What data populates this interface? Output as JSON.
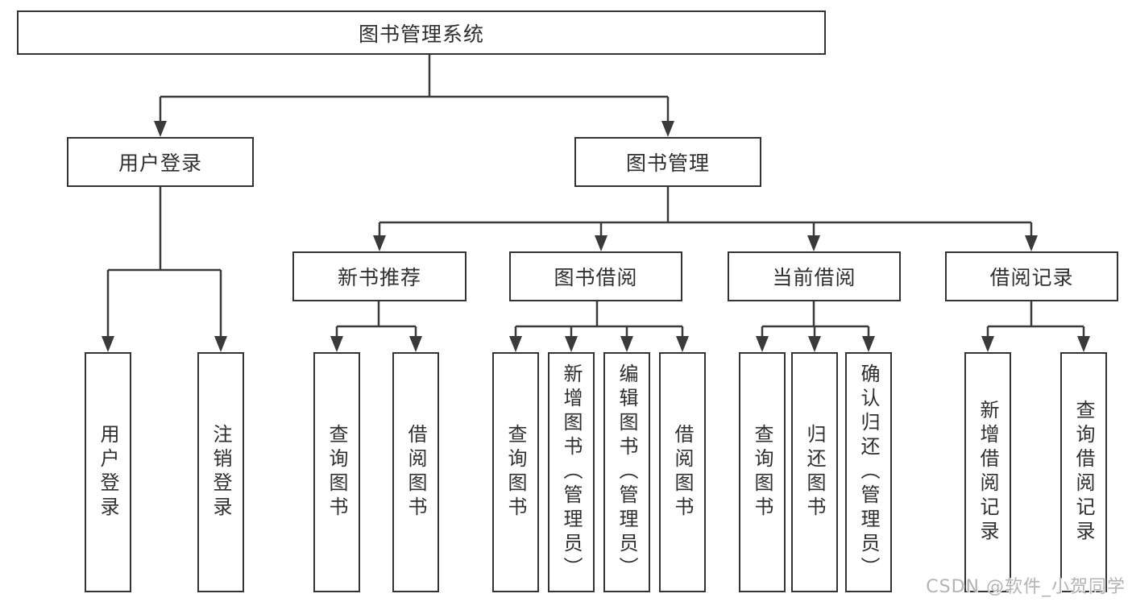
{
  "tree": {
    "root": {
      "label": "图书管理系统",
      "children": [
        {
          "label": "用户登录",
          "children": [
            {
              "label": "用户登录"
            },
            {
              "label": "注销登录"
            }
          ]
        },
        {
          "label": "图书管理",
          "children": [
            {
              "label": "新书推荐",
              "children": [
                {
                  "label": "查询图书"
                },
                {
                  "label": "借阅图书"
                }
              ]
            },
            {
              "label": "图书借阅",
              "children": [
                {
                  "label": "查询图书"
                },
                {
                  "label": "新增图书（管理员）"
                },
                {
                  "label": "编辑图书（管理员）"
                },
                {
                  "label": "借阅图书"
                }
              ]
            },
            {
              "label": "当前借阅",
              "children": [
                {
                  "label": "查询图书"
                },
                {
                  "label": "归还图书"
                },
                {
                  "label": "确认归还（管理员）"
                }
              ]
            },
            {
              "label": "借阅记录",
              "children": [
                {
                  "label": "新增借阅记录"
                },
                {
                  "label": "查询借阅记录"
                }
              ]
            }
          ]
        }
      ]
    }
  },
  "watermark": "CSDN @软件_小贺同学",
  "colors": {
    "line": "#3a3a3a",
    "box_border": "#333333",
    "text": "#2f2f2f",
    "background": "#ffffff",
    "watermark": "#b3b3b3"
  }
}
